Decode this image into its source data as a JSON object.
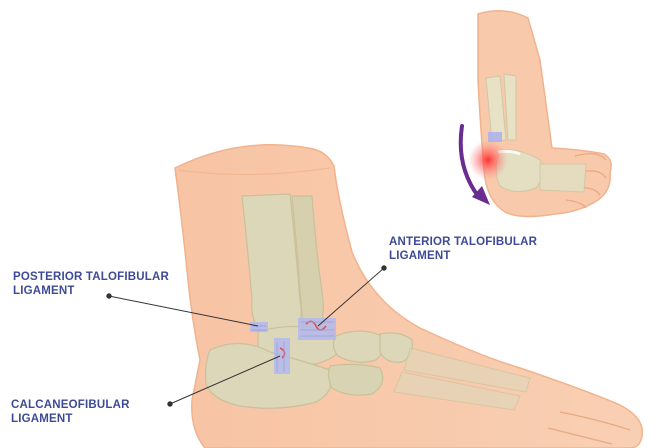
{
  "labels": {
    "anterior_talofibular": {
      "line1": "ANTERIOR TALOFIBULAR",
      "line2": "LIGAMENT"
    },
    "posterior_talofibular": {
      "line1": "POSTERIOR TALOFIBULAR",
      "line2": "LIGAMENT"
    },
    "calcaneofibular": {
      "line1": "CALCANEOFIBULAR",
      "line2": "LIGAMENT"
    }
  },
  "colors": {
    "skin": "#f7c7a8",
    "skin_outline": "#f1b38e",
    "bone": "#dcd7b8",
    "bone_outline": "#c8c199",
    "ligament": "#b4b9ec",
    "label_text": "#3f4a96",
    "pointer_line": "#333333",
    "rotation_arrow": "#6a2c8f",
    "injury_glow": "#ff3a3a"
  }
}
